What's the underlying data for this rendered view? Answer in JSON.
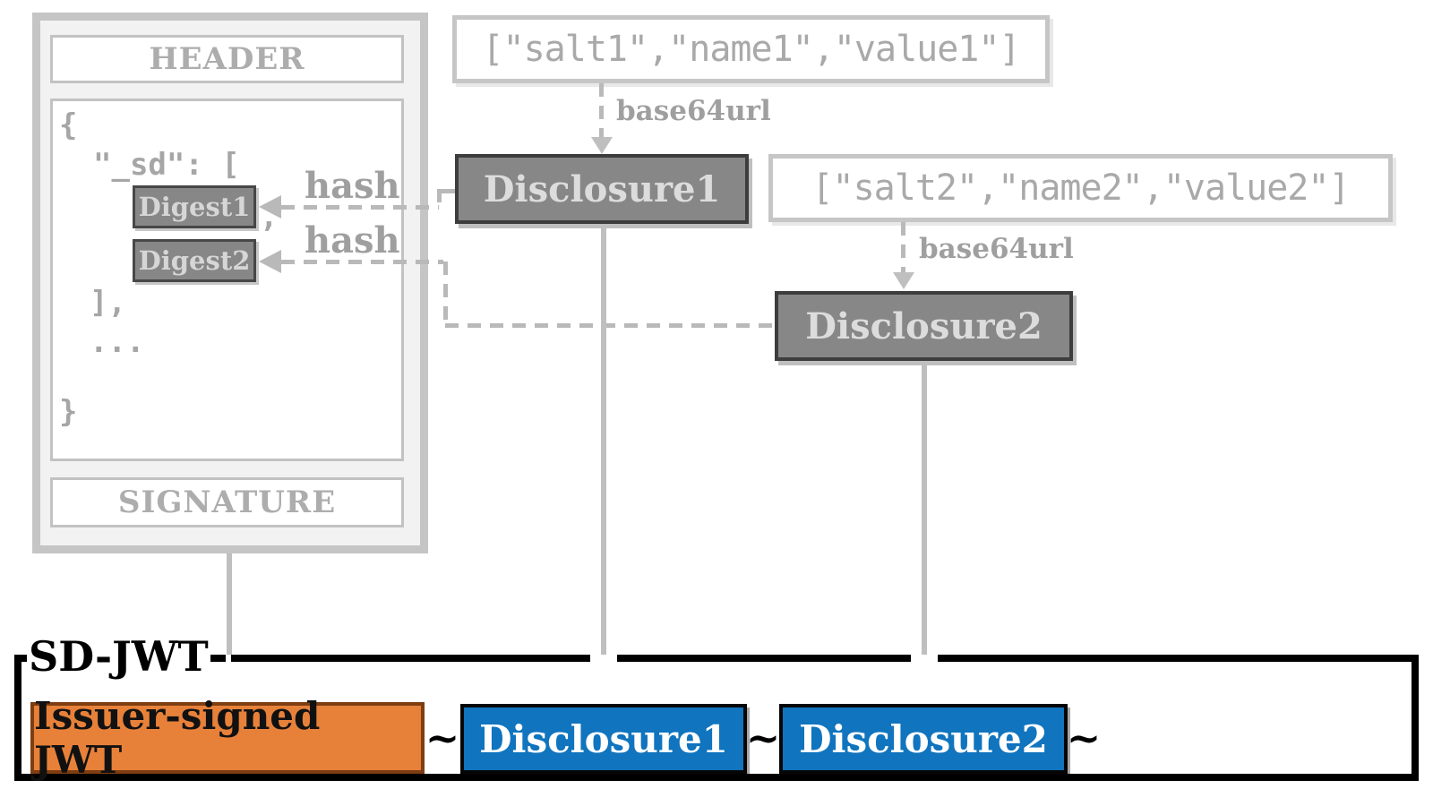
{
  "jwt": {
    "header": "HEADER",
    "signature": "SIGNATURE",
    "payload": {
      "open_brace": "{",
      "sd_key": "\"_sd\": [",
      "digest1": "Digest1",
      "comma": ",",
      "digest2": "Digest2",
      "array_close": "],",
      "ellipsis": "...",
      "close_brace": "}"
    }
  },
  "disclosure_flow": {
    "salt1": "[\"salt1\",\"name1\",\"value1\"]",
    "salt2": "[\"salt2\",\"name2\",\"value2\"]",
    "base64url1": "base64url",
    "base64url2": "base64url",
    "hash1": "hash",
    "hash2": "hash",
    "disclosure1": "Disclosure1",
    "disclosure2": "Disclosure2"
  },
  "sd_jwt": {
    "label": "SD-JWT",
    "issuer_signed_jwt": "Issuer-signed JWT",
    "disclosure1": "Disclosure1",
    "disclosure2": "Disclosure2",
    "tilde1": "~",
    "tilde2": "~",
    "tilde3": "~"
  },
  "colors": {
    "container_fill": "#f2f2f2",
    "container_border": "#c5c5c5",
    "muted_text": "#a6a6a6",
    "label_gray": "#9f9f9f",
    "dark_fill": "#878787",
    "dark_border": "#3d3d3d",
    "dark_text": "#dcdcdc",
    "arrow_gray": "#bfbfbf",
    "dash_gray": "#b9b9b9",
    "orange_fill": "#e7813a",
    "orange_border": "#7e3e12",
    "blue_fill": "#1074be",
    "ink": "#000000"
  }
}
